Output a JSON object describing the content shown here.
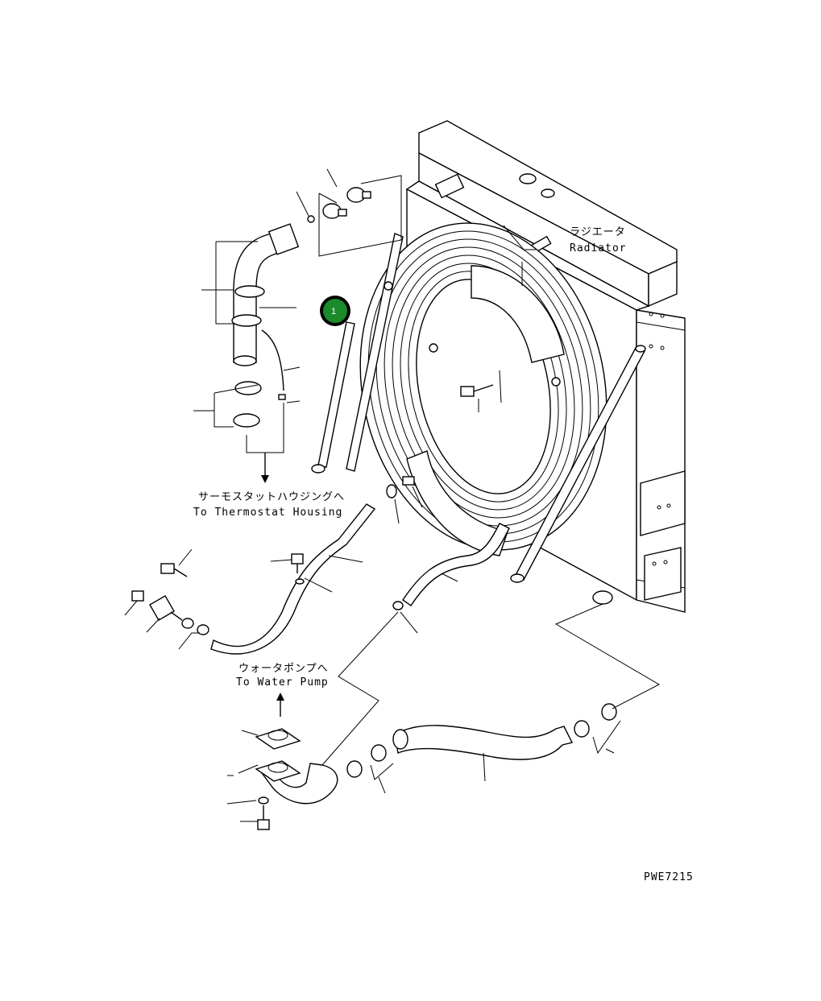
{
  "labels": {
    "radiator_jp": "ラジエータ",
    "radiator_en": "Radiator",
    "thermostat_jp": "サーモスタットハウジングへ",
    "thermostat_en": "To Thermostat Housing",
    "waterpump_jp": "ウォータポンプへ",
    "waterpump_en": "To Water Pump",
    "drawing_code": "PWE7215"
  },
  "callout": {
    "number": "1",
    "color": "#1a8a2a"
  }
}
